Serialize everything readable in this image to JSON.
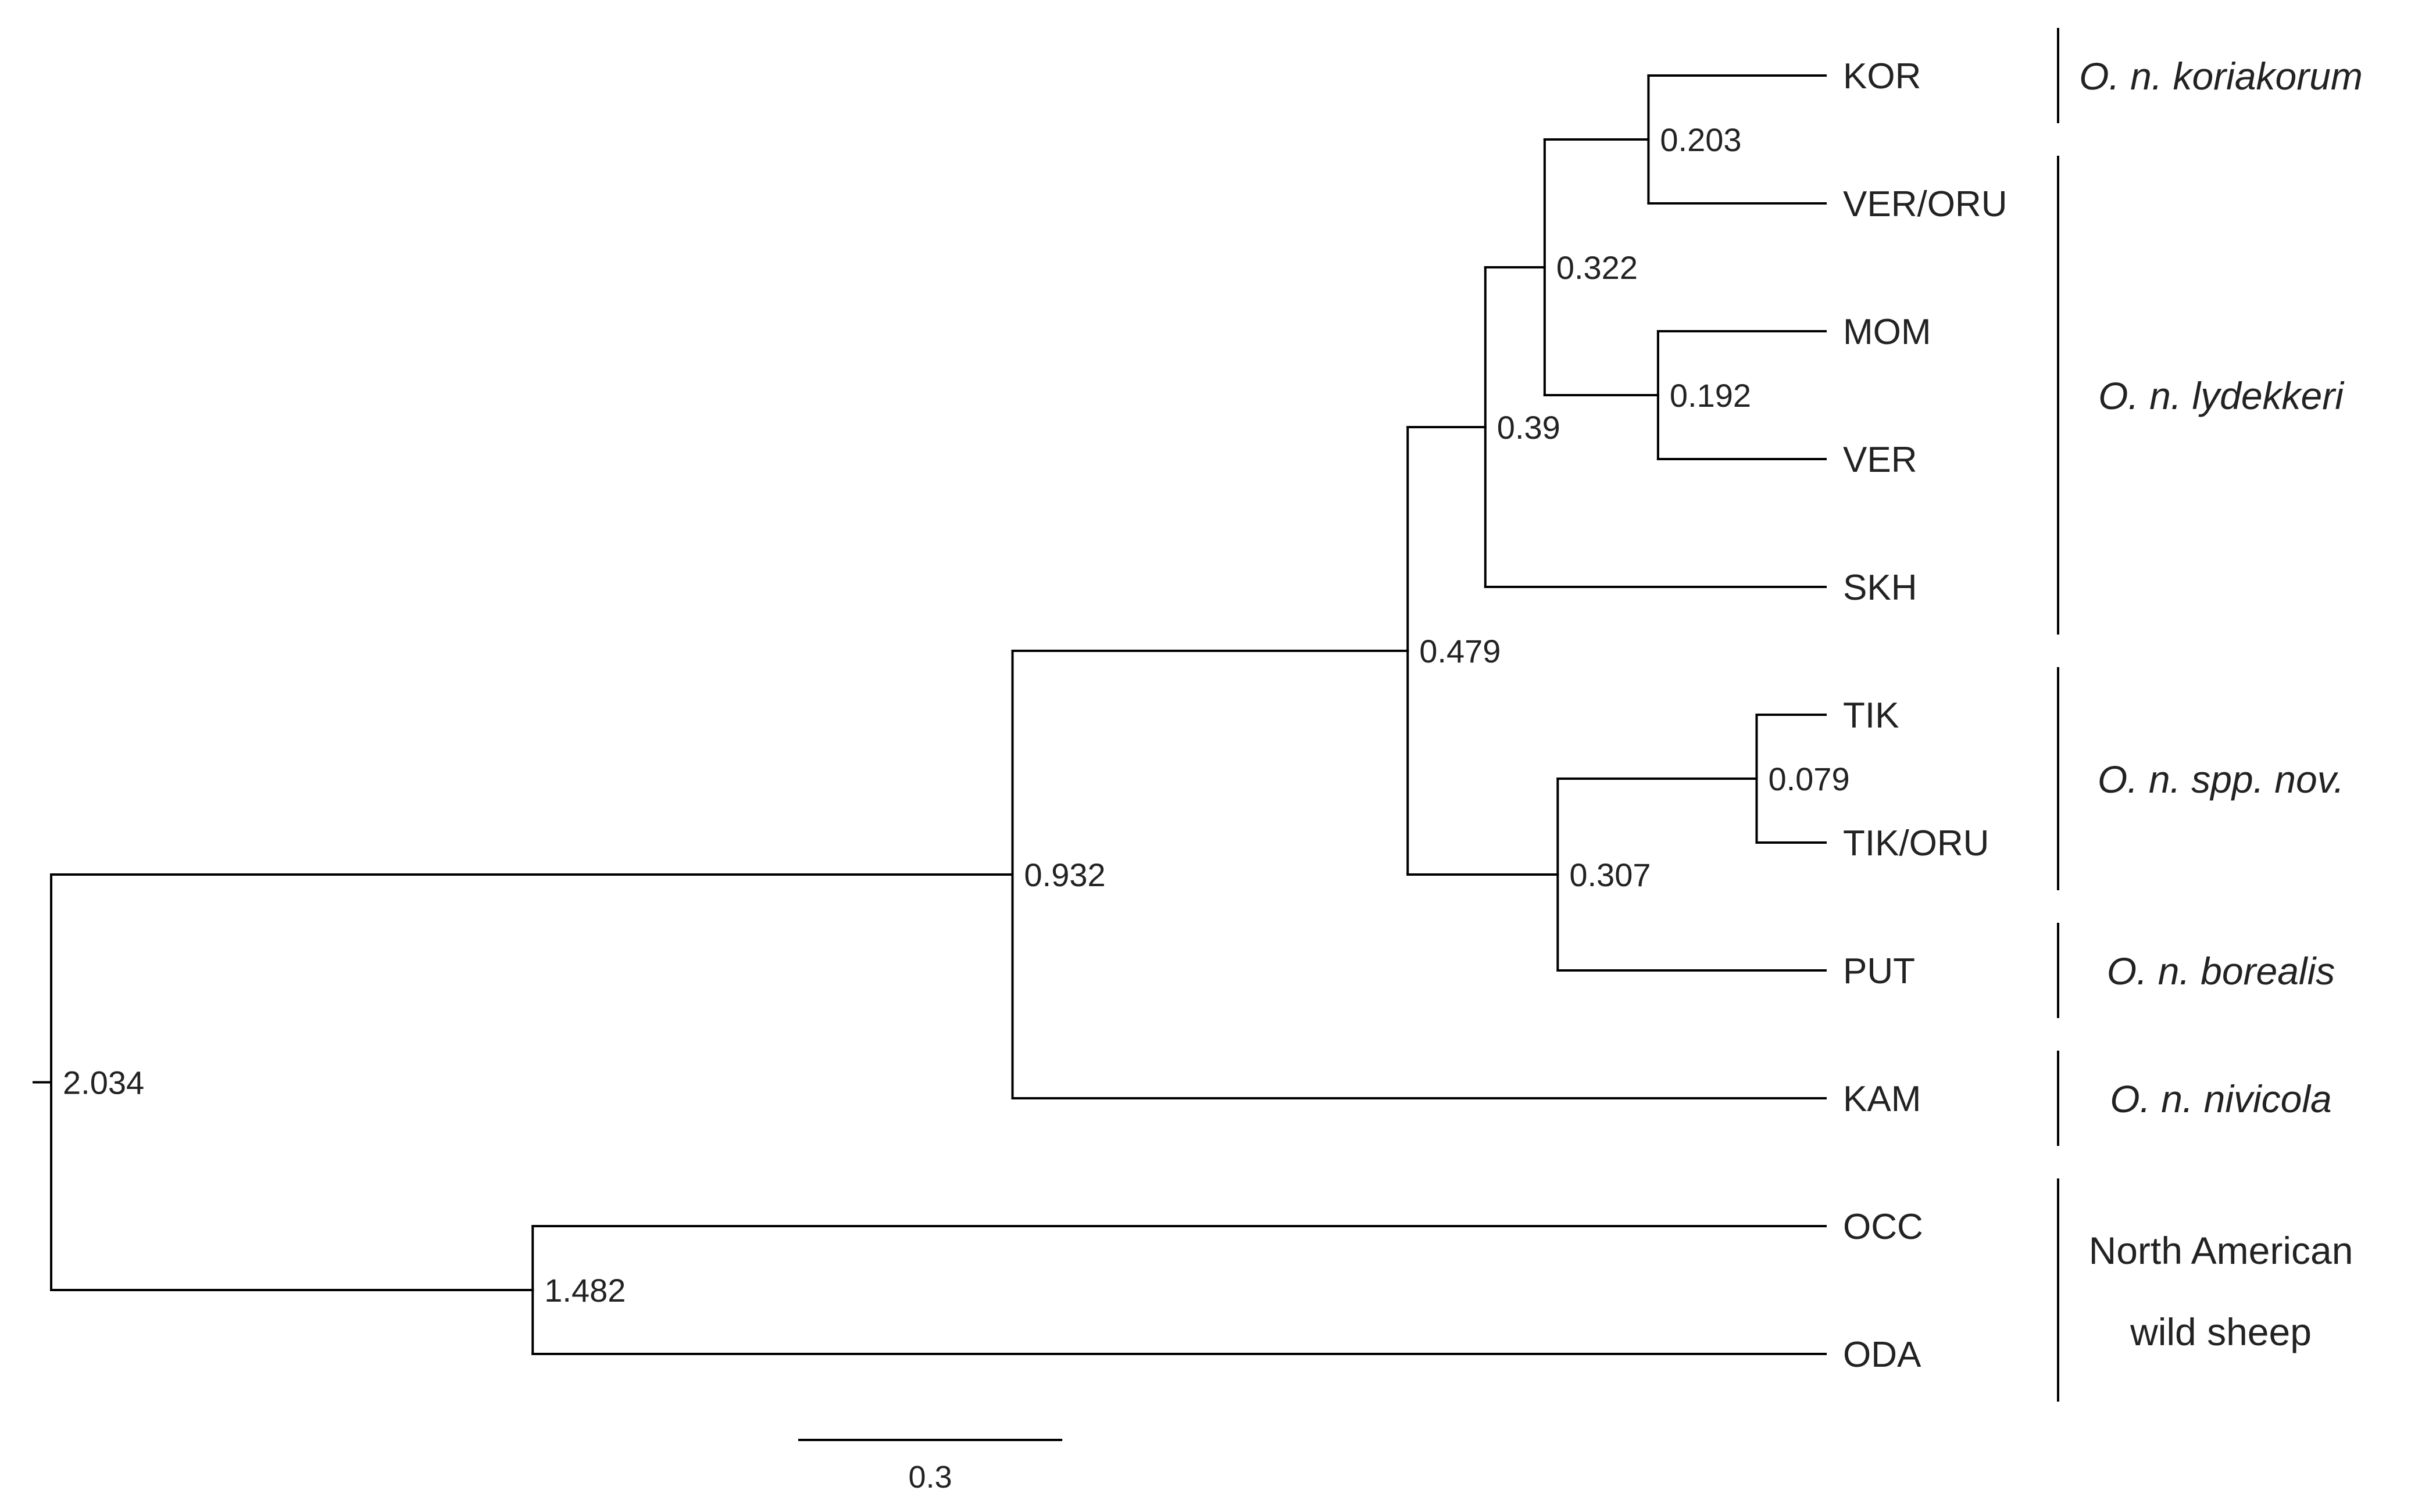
{
  "tree": {
    "leaves": [
      "KOR",
      "VER/ORU",
      "MOM",
      "VER",
      "SKH",
      "TIK",
      "TIK/ORU",
      "PUT",
      "KAM",
      "OCC",
      "ODA"
    ],
    "nodes": [
      {
        "id": "root",
        "label": "2.034",
        "children": [
          "n1482",
          "n0932"
        ]
      },
      {
        "id": "n1482",
        "label": "1.482",
        "children": [
          "OCC",
          "ODA"
        ]
      },
      {
        "id": "n0932",
        "label": "0.932",
        "children": [
          "n0479",
          "KAM"
        ]
      },
      {
        "id": "n0479",
        "label": "0.479",
        "children": [
          "n039",
          "n0307"
        ]
      },
      {
        "id": "n039",
        "label": "0.39",
        "children": [
          "n0322",
          "SKH"
        ]
      },
      {
        "id": "n0322",
        "label": "0.322",
        "children": [
          "n0203",
          "n0192"
        ]
      },
      {
        "id": "n0203",
        "label": "0.203",
        "children": [
          "KOR",
          "VER/ORU"
        ]
      },
      {
        "id": "n0192",
        "label": "0.192",
        "children": [
          "MOM",
          "VER"
        ]
      },
      {
        "id": "n0307",
        "label": "0.307",
        "children": [
          "n0079",
          "PUT"
        ]
      },
      {
        "id": "n0079",
        "label": "0.079",
        "children": [
          "TIK",
          "TIK/ORU"
        ]
      }
    ],
    "root_height": 2.034
  },
  "groups": [
    {
      "name": "O. n. koriakorum",
      "italic": true,
      "from": "KOR",
      "to": "KOR"
    },
    {
      "name": "O. n. lydekkeri",
      "italic": true,
      "from": "VER/ORU",
      "to": "SKH"
    },
    {
      "name": "O. n. spp. nov.",
      "italic": true,
      "from": "TIK",
      "to": "TIK/ORU"
    },
    {
      "name": "O. n. borealis",
      "italic": true,
      "from": "PUT",
      "to": "PUT"
    },
    {
      "name": "O. n. nivicola",
      "italic": true,
      "from": "KAM",
      "to": "KAM"
    },
    {
      "name_lines": [
        "North American",
        "wild sheep"
      ],
      "italic": false,
      "from": "OCC",
      "to": "ODA"
    }
  ],
  "scale_bar": {
    "label": "0.3",
    "value": 0.3
  }
}
